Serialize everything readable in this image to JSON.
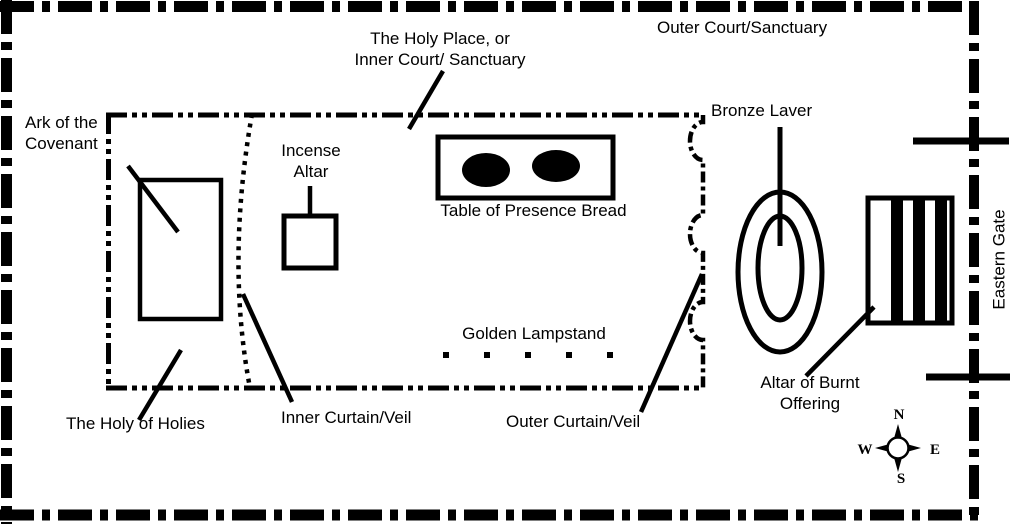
{
  "colors": {
    "ink": "#000000",
    "paper": "#ffffff"
  },
  "areas": {
    "holy_place": {
      "line1": "The Holy Place, or",
      "line2": "Inner Court/ Sanctuary"
    },
    "outer_court": {
      "label": "Outer Court/Sanctuary"
    },
    "holy_of_holies": {
      "label": "The Holy of Holies"
    },
    "eastern_gate": {
      "label": "Eastern Gate"
    }
  },
  "furniture": {
    "ark": {
      "line1": "Ark of the",
      "line2": "Covenant"
    },
    "incense_altar": {
      "line1": "Incense",
      "line2": "Altar"
    },
    "table_presence_bread": {
      "label": "Table of Presence Bread"
    },
    "golden_lampstand": {
      "label": "Golden Lampstand",
      "dot_count": 5
    },
    "bronze_laver": {
      "label": "Bronze Laver"
    },
    "burnt_offering_altar": {
      "line1": "Altar of Burnt",
      "line2": "Offering"
    }
  },
  "curtains": {
    "inner": {
      "label": "Inner Curtain/Veil"
    },
    "outer": {
      "label": "Outer Curtain/Veil"
    }
  },
  "compass": {
    "north": "N",
    "south": "S",
    "east": "E",
    "west": "W"
  }
}
